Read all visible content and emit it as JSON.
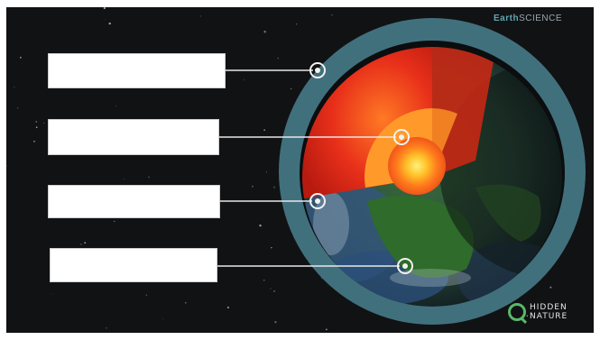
{
  "watermark": {
    "part1": "Earth",
    "part2": "SCIENCE"
  },
  "logo": {
    "line1": "HIDDEN",
    "line2": "NATURE"
  },
  "labels": [
    {
      "text": ""
    },
    {
      "text": ""
    },
    {
      "text": ""
    },
    {
      "text": ""
    }
  ],
  "colors": {
    "background": "#111214",
    "atmosphere_ring": "#41707d",
    "core_hot": "#ffe24a",
    "mantle": "#e8301a",
    "ocean": "#2c4f7a",
    "land": "#2f6b2a",
    "leader_line": "#e8e8e8"
  },
  "icons": [
    "earth-cross-section",
    "hidden-nature-logo-icon"
  ]
}
